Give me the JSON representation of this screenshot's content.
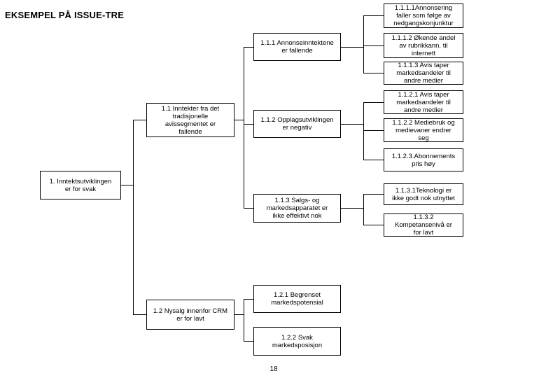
{
  "title": "EKSEMPEL PÅ ISSUE-TRE",
  "page_number": "18",
  "colors": {
    "background": "#ffffff",
    "box_border": "#000000",
    "text": "#000000",
    "connector": "#000000"
  },
  "nodes": {
    "root": {
      "label": "1. Inntektsutviklingen\ner for svak"
    },
    "n11": {
      "label": "1.1 Inntekter fra det\ntradisjonelle\navissegmentet er\nfallende"
    },
    "n12": {
      "label": "1.2 Nysalg innenfor CRM\ner for lavt"
    },
    "n111": {
      "label": "1.1.1 Annonseinntektene\ner fallende"
    },
    "n112": {
      "label": "1.1.2 Opplagsutviklingen\ner negativ"
    },
    "n113": {
      "label": "1.1.3 Salgs- og\nmarkedsapparatet er\nikke effektivt nok"
    },
    "n121": {
      "label": "1.2.1 Begrenset\nmarkedspotensial"
    },
    "n122": {
      "label": "1.2.2 Svak\nmarkedsposisjon"
    },
    "n1111": {
      "label": "1.1.1.1Annonsering\nfaller som følge av\nnedgangskonjunktur"
    },
    "n1112": {
      "label": "1.1.1.2 Økende andel\nav rubrikkann. til\ninternett"
    },
    "n1113": {
      "label": "1.1.1.3 Avis taper\nmarkedsandeler til\nandre medier"
    },
    "n1121": {
      "label": "1.1.2.1 Avis taper\nmarkedsandeler til\nandre medier"
    },
    "n1122": {
      "label": "1.1.2.2 Mediebruk og\nmedievaner endrer\nseg"
    },
    "n1123": {
      "label": "1.1.2.3.Abonnements\npris høy"
    },
    "n1131": {
      "label": "1.1.3.1Teknologi er\nikke godt nok utnyttet"
    },
    "n1132": {
      "label": "1.1.3.2\nKompetansenivå er\nfor lavt"
    }
  }
}
